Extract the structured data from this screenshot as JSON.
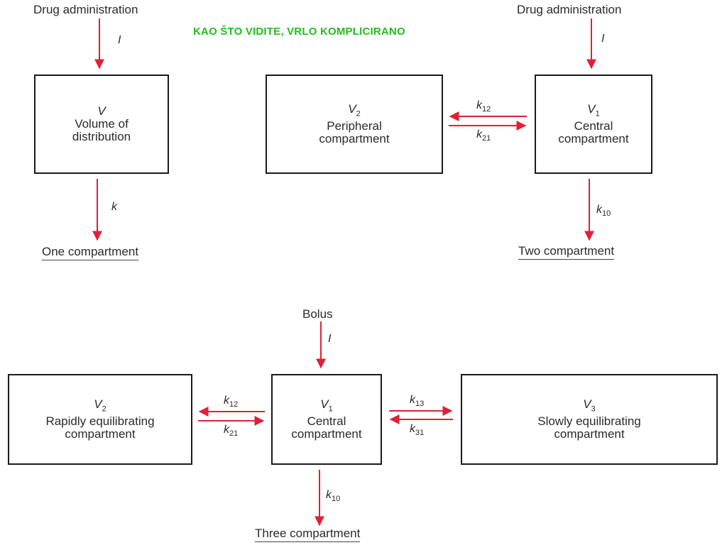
{
  "headline": "KAO ŠTO VIDITE, VRLO KOMPLICIRANO",
  "colors": {
    "arrow": "#e0203a",
    "headline": "#1fbf1f",
    "box_border": "#1a1a1a"
  },
  "one": {
    "input_label": "Drug administration",
    "input_rate": "I",
    "box": {
      "symbol": "V",
      "line1": "Volume of",
      "line2": "distribution"
    },
    "elim": "k",
    "title": "One compartment"
  },
  "two": {
    "input_label": "Drug administration",
    "input_rate": "I",
    "peripheral": {
      "symbol": "V",
      "sub": "2",
      "line1": "Peripheral",
      "line2": "compartment"
    },
    "central": {
      "symbol": "V",
      "sub": "1",
      "line1": "Central",
      "line2": "compartment"
    },
    "k12": {
      "k": "k",
      "sub": "12"
    },
    "k21": {
      "k": "k",
      "sub": "21"
    },
    "k10": {
      "k": "k",
      "sub": "10"
    },
    "title": "Two compartment"
  },
  "three": {
    "input_label": "Bolus",
    "input_rate": "I",
    "rapid": {
      "symbol": "V",
      "sub": "2",
      "line1": "Rapidly equilibrating",
      "line2": "compartment"
    },
    "central": {
      "symbol": "V",
      "sub": "1",
      "line1": "Central",
      "line2": "compartment"
    },
    "slow": {
      "symbol": "V",
      "sub": "3",
      "line1": "Slowly equilibrating",
      "line2": "compartment"
    },
    "k12": {
      "k": "k",
      "sub": "12"
    },
    "k21": {
      "k": "k",
      "sub": "21"
    },
    "k13": {
      "k": "k",
      "sub": "13"
    },
    "k31": {
      "k": "k",
      "sub": "31"
    },
    "k10": {
      "k": "k",
      "sub": "10"
    },
    "title": "Three compartment"
  }
}
